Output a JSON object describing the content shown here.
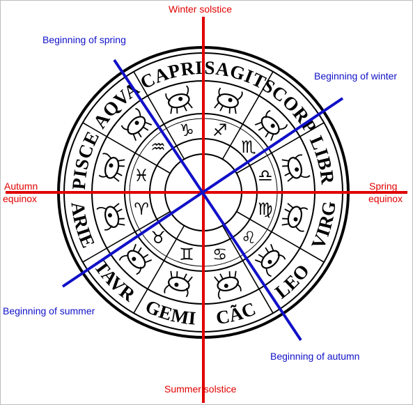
{
  "labels": {
    "winter_solstice": "Winter solstice",
    "summer_solstice": "Summer solstice",
    "autumn_equinox_1": "Autumn",
    "autumn_equinox_2": "equinox",
    "spring_equinox_1": "Spring",
    "spring_equinox_2": "equinox",
    "beginning_spring": "Beginning of spring",
    "beginning_winter": "Beginning of winter",
    "beginning_summer": "Beginning of summer",
    "beginning_autumn": "Beginning of autumn"
  },
  "zodiac": [
    {
      "name": "CAPRI",
      "glyph": "♑",
      "icon": "goat-icon"
    },
    {
      "name": "SAGIT",
      "glyph": "♐",
      "icon": "archer-icon"
    },
    {
      "name": "SCORP",
      "glyph": "♏",
      "icon": "scorpion-icon"
    },
    {
      "name": "LIBR",
      "glyph": "♎",
      "icon": "scales-icon"
    },
    {
      "name": "VIRG",
      "glyph": "♍",
      "icon": "maiden-icon"
    },
    {
      "name": "LEO",
      "glyph": "♌",
      "icon": "lion-icon"
    },
    {
      "name": "CÃC",
      "glyph": "♋",
      "icon": "crab-icon"
    },
    {
      "name": "GEMI",
      "glyph": "♊",
      "icon": "twins-icon"
    },
    {
      "name": "TAVR",
      "glyph": "♉",
      "icon": "bull-icon"
    },
    {
      "name": "ARIE",
      "glyph": "♈",
      "icon": "ram-icon"
    },
    {
      "name": "PISCE",
      "glyph": "♓",
      "icon": "fish-icon"
    },
    {
      "name": "AQVA",
      "glyph": "♒",
      "icon": "water-bearer-icon"
    }
  ],
  "colors": {
    "solstice_equinox_lines": "#e00000",
    "season_lines": "#1010c8",
    "ink": "#000000"
  }
}
